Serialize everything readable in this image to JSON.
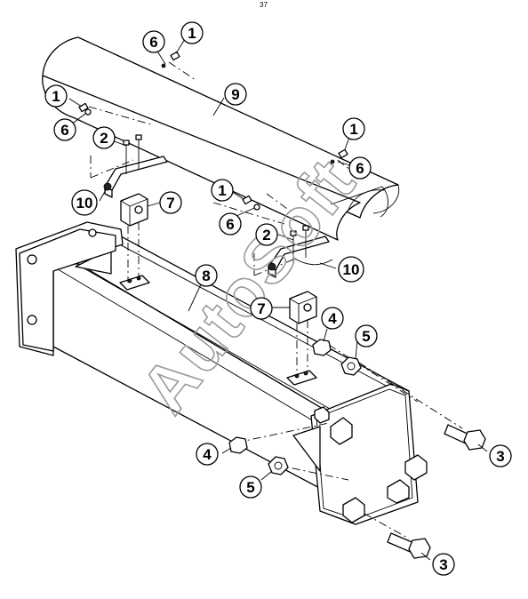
{
  "figure": {
    "page_mark": "37"
  },
  "watermark": {
    "text": "AutoSoft"
  },
  "callouts": [
    {
      "label": "1",
      "part": "bolt"
    },
    {
      "label": "1",
      "part": "bolt"
    },
    {
      "label": "1",
      "part": "bolt"
    },
    {
      "label": "1",
      "part": "bolt"
    },
    {
      "label": "2",
      "part": "u-bolt"
    },
    {
      "label": "2",
      "part": "u-bolt"
    },
    {
      "label": "3",
      "part": "bolt"
    },
    {
      "label": "3",
      "part": "bolt"
    },
    {
      "label": "4",
      "part": "nut"
    },
    {
      "label": "4",
      "part": "nut"
    },
    {
      "label": "5",
      "part": "washer"
    },
    {
      "label": "5",
      "part": "washer"
    },
    {
      "label": "6",
      "part": "washer"
    },
    {
      "label": "6",
      "part": "washer"
    },
    {
      "label": "6",
      "part": "washer"
    },
    {
      "label": "6",
      "part": "washer"
    },
    {
      "label": "7",
      "part": "clamp-block"
    },
    {
      "label": "7",
      "part": "clamp-block"
    },
    {
      "label": "8",
      "part": "beam"
    },
    {
      "label": "9",
      "part": "cover"
    },
    {
      "label": "10",
      "part": "bracket"
    },
    {
      "label": "10",
      "part": "bracket"
    }
  ]
}
